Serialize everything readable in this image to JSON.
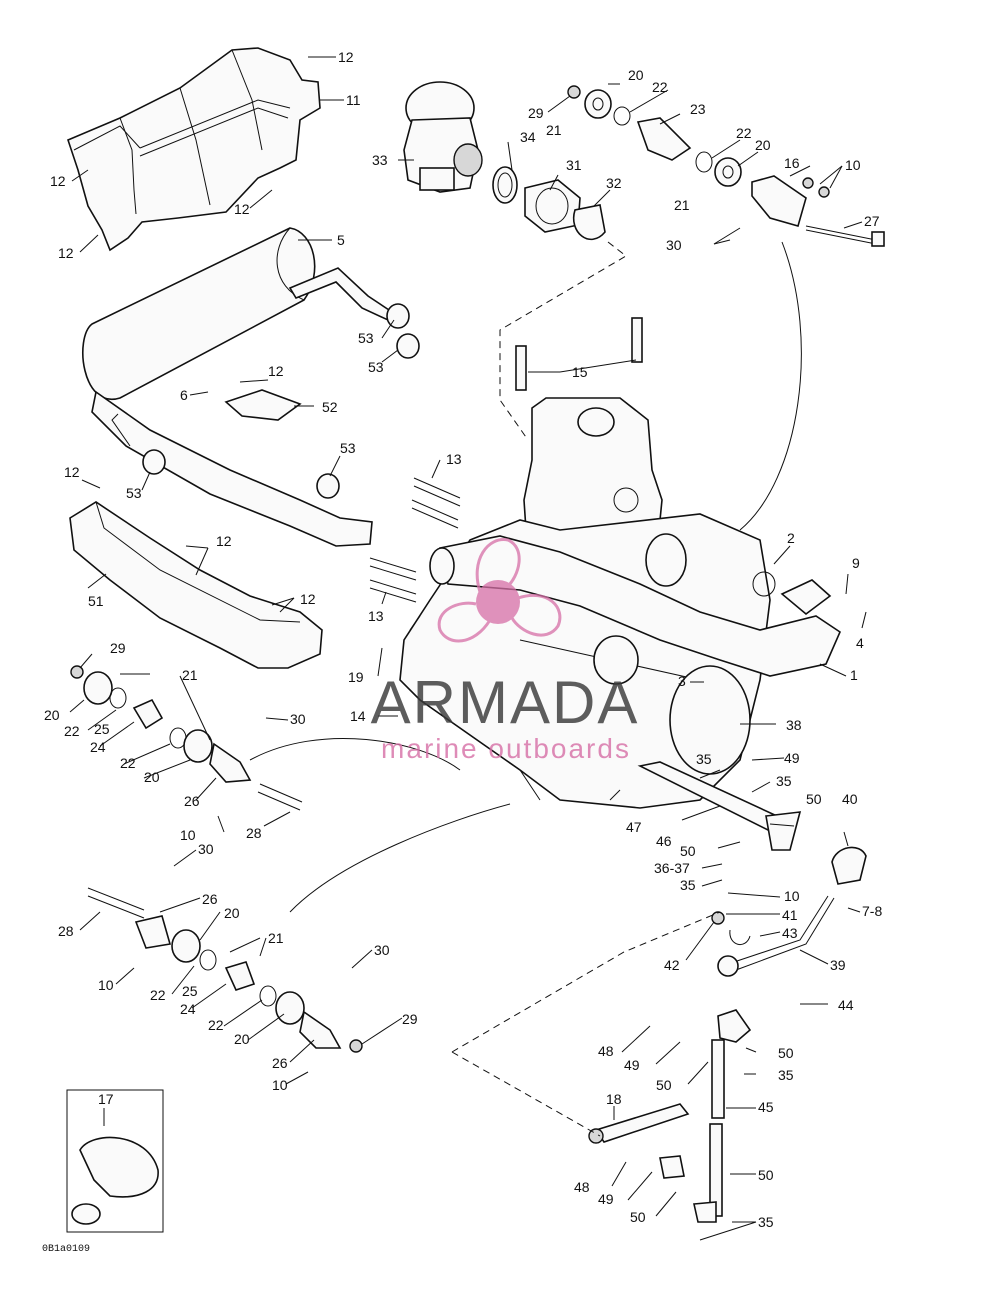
{
  "diagram": {
    "labels": {
      "l1": "1",
      "l2": "2",
      "l3": "3",
      "l4": "4",
      "l5": "5",
      "l6": "6",
      "l78": "7-8",
      "l9": "9",
      "l10": "10",
      "l11": "11",
      "l12": "12",
      "l13": "13",
      "l14": "14",
      "l15": "15",
      "l16": "16",
      "l17": "17",
      "l18": "18",
      "l19": "19",
      "l20": "20",
      "l21": "21",
      "l22": "22",
      "l23": "23",
      "l24": "24",
      "l25": "25",
      "l26": "26",
      "l27": "27",
      "l28": "28",
      "l29": "29",
      "l30": "30",
      "l31": "31",
      "l32": "32",
      "l33": "33",
      "l34": "34",
      "l35": "35",
      "l3637": "36-37",
      "l38": "38",
      "l39": "39",
      "l40": "40",
      "l41": "41",
      "l42": "42",
      "l43": "43",
      "l44": "44",
      "l45": "45",
      "l46": "46",
      "l47": "47",
      "l48": "48",
      "l49": "49",
      "l50": "50",
      "l51": "51",
      "l52": "52",
      "l53": "53"
    },
    "drawing_code": "0B1a0109",
    "watermark": {
      "title": "ARMADA",
      "subtitle": "marine outboards",
      "logo_icon": "propeller-logo-icon",
      "color": "#d66fa6"
    },
    "colors": {
      "line": "#111111",
      "background": "#ffffff"
    }
  }
}
